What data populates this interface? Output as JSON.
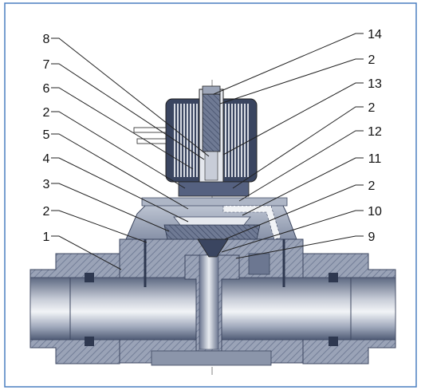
{
  "diagram": {
    "left_labels": [
      "8",
      "7",
      "6",
      "2",
      "5",
      "4",
      "3",
      "2",
      "1"
    ],
    "right_labels": [
      "14",
      "2",
      "13",
      "2",
      "12",
      "11",
      "2",
      "10",
      "9"
    ]
  },
  "colors": {
    "frame_blue": "#4a7fc0",
    "metal_dark": "#4d5a74",
    "metal_mid": "#8d97ad",
    "metal_light": "#dfe3ea",
    "coil_dark": "#2f3b55",
    "leader": "#222222"
  }
}
